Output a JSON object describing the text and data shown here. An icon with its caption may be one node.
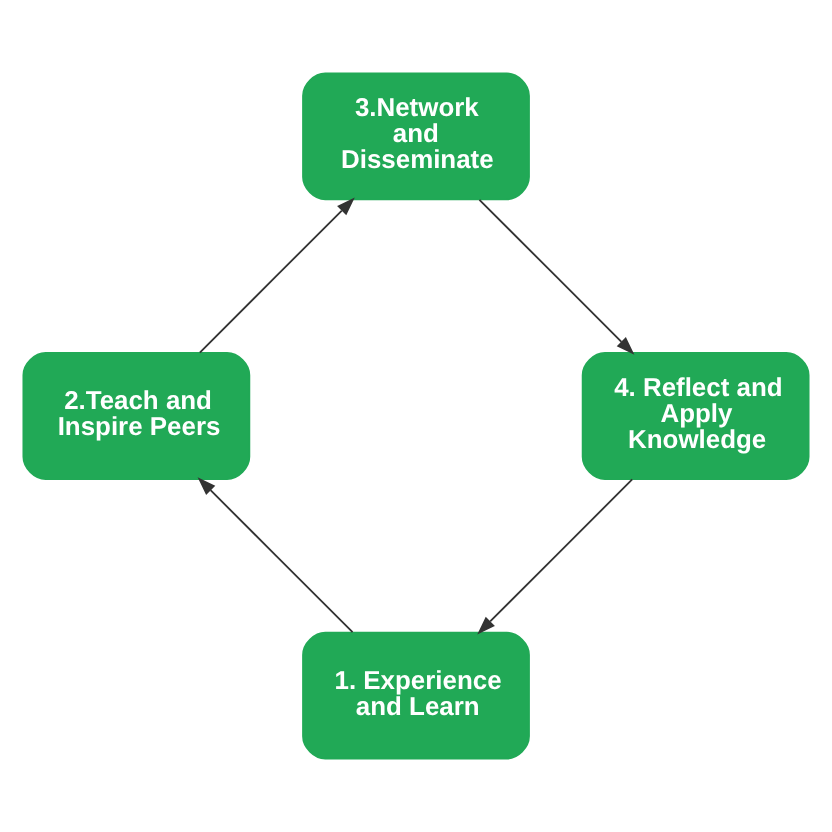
{
  "diagram": {
    "nodes": [
      {
        "text": [
          "1. Experience and Learn"
        ]
      },
      {
        "text": [
          "2.Teach and Inspire Peers"
        ]
      },
      {
        "text": [
          "3.Network and Disseminate"
        ]
      },
      {
        "text": [
          "4. Reflect and Apply Knowledge"
        ]
      }
    ],
    "edges": [
      {
        "from": 0,
        "to": 1,
        "arrow": "to"
      },
      {
        "from": 1,
        "to": 2,
        "arrow": "to"
      },
      {
        "from": 2,
        "to": 3,
        "arrow": "to"
      },
      {
        "from": 3,
        "to": 0,
        "arrow": "to"
      }
    ]
  }
}
